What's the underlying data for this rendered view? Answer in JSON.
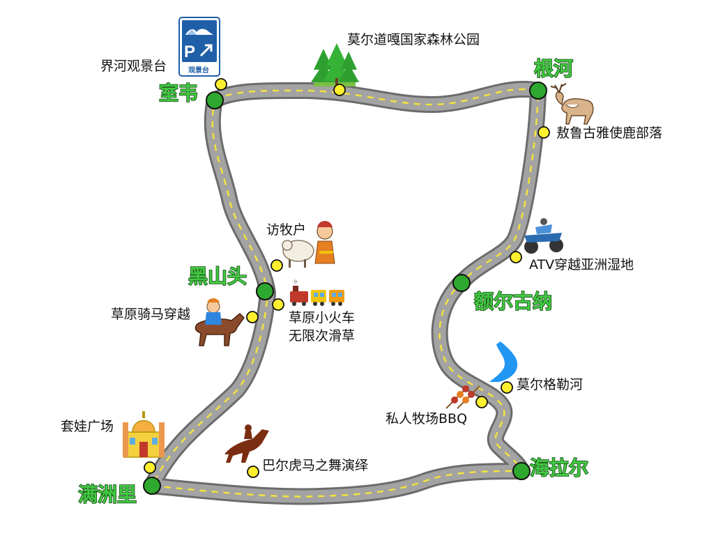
{
  "cities": [
    {
      "id": "shiwei",
      "label": "室韦"
    },
    {
      "id": "genhe",
      "label": "根河"
    },
    {
      "id": "heishantou",
      "label": "黑山头"
    },
    {
      "id": "eerguna",
      "label": "额尔古纳"
    },
    {
      "id": "manzhouli",
      "label": "满洲里"
    },
    {
      "id": "hailaer",
      "label": "海拉尔"
    }
  ],
  "pois": [
    {
      "id": "jiehe",
      "label": "界河观景台"
    },
    {
      "id": "moerdao",
      "label": "莫尔道嘎国家森林公园"
    },
    {
      "id": "aolugu",
      "label": "敖鲁古雅使鹿部落"
    },
    {
      "id": "fangmuhu",
      "label": "访牧户"
    },
    {
      "id": "atv",
      "label": "ATV穿越亚洲湿地"
    },
    {
      "id": "qima",
      "label": "草原骑马穿越"
    },
    {
      "id": "huoche",
      "label": "草原小火车"
    },
    {
      "id": "huacao",
      "label": "无限次滑草"
    },
    {
      "id": "moergele",
      "label": "莫尔格勒河"
    },
    {
      "id": "bbq",
      "label": "私人牧场BBQ"
    },
    {
      "id": "taowa",
      "label": "套娃广场"
    },
    {
      "id": "baerhu",
      "label": "巴尔虎马之舞演绎"
    }
  ],
  "parking_sign": {
    "letter": "P",
    "caption": "观景台"
  },
  "colors": {
    "road": "#8e8e8e",
    "road_edge": "#6b6b6b",
    "road_dash": "#f2e33c",
    "city_dot": "#2fa82f",
    "poi_dot": "#ffef2e",
    "city_text": "#43c843",
    "river": "#2196f3",
    "sign_blue": "#1f5fa8"
  },
  "icons": [
    "parking-sign-icon",
    "forest-icon",
    "reindeer-icon",
    "herder-sheep-icon",
    "atv-icon",
    "train-icon",
    "horse-rider-icon",
    "river-icon",
    "bbq-skewer-icon",
    "matryoshka-square-icon",
    "horse-dance-icon"
  ]
}
